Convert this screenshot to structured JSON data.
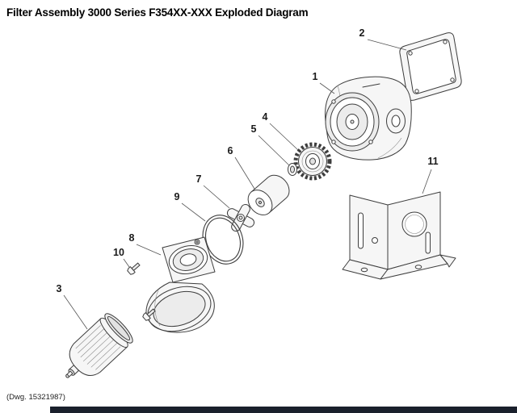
{
  "page": {
    "title": "Filter Assembly 3000 Series F354XX-XXX Exploded Diagram",
    "drawing_number": "(Dwg. 15321987)"
  },
  "callouts": {
    "c1": "1",
    "c2": "2",
    "c3": "3",
    "c4": "4",
    "c5": "5",
    "c6": "6",
    "c7": "7",
    "c8": "8",
    "c9": "9",
    "c10": "10",
    "c11": "11"
  },
  "colors": {
    "line": "#3d3d3d",
    "leader": "#555555",
    "footer_bar": "#1a202c"
  }
}
